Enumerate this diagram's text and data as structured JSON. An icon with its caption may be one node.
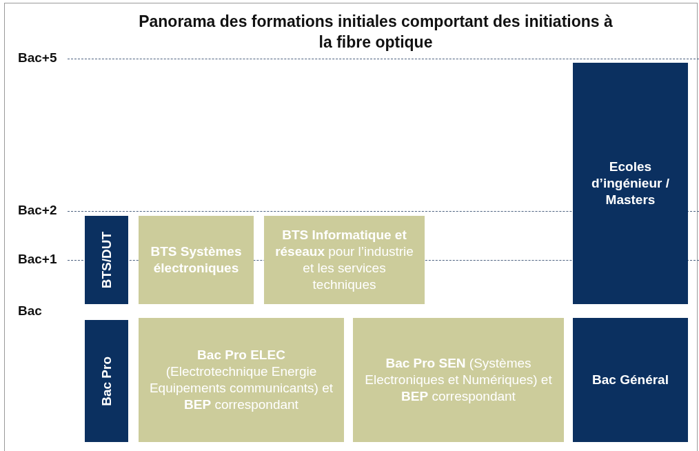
{
  "diagram": {
    "title": "Panorama des formations initiales comportant des initiations à la fibre optique",
    "nodes": [
      {
        "text": [
          "BTS/DUT"
        ]
      },
      {
        "text": [
          "BTS Systèmes électroniques"
        ]
      },
      {
        "text": [
          "**BTS Informatique et réseaux** pour l’industrie et les services techniques"
        ]
      },
      {
        "text": [
          "Ecoles d’ingénieur / Masters"
        ]
      },
      {
        "text": [
          "Bac Pro"
        ]
      },
      {
        "text": [
          "**Bac Pro ELEC** (Electrotechnique Energie Equipements communicants) et **BEP** correspondant"
        ]
      },
      {
        "text": [
          "**Bac Pro SEN** (Systèmes Electroniques et Numériques) et **BEP** correspondant"
        ]
      },
      {
        "text": [
          "Bac Général"
        ]
      }
    ],
    "labels": [
      "Bac+5",
      "Bac+2",
      "Bac+1",
      "Bac"
    ]
  }
}
